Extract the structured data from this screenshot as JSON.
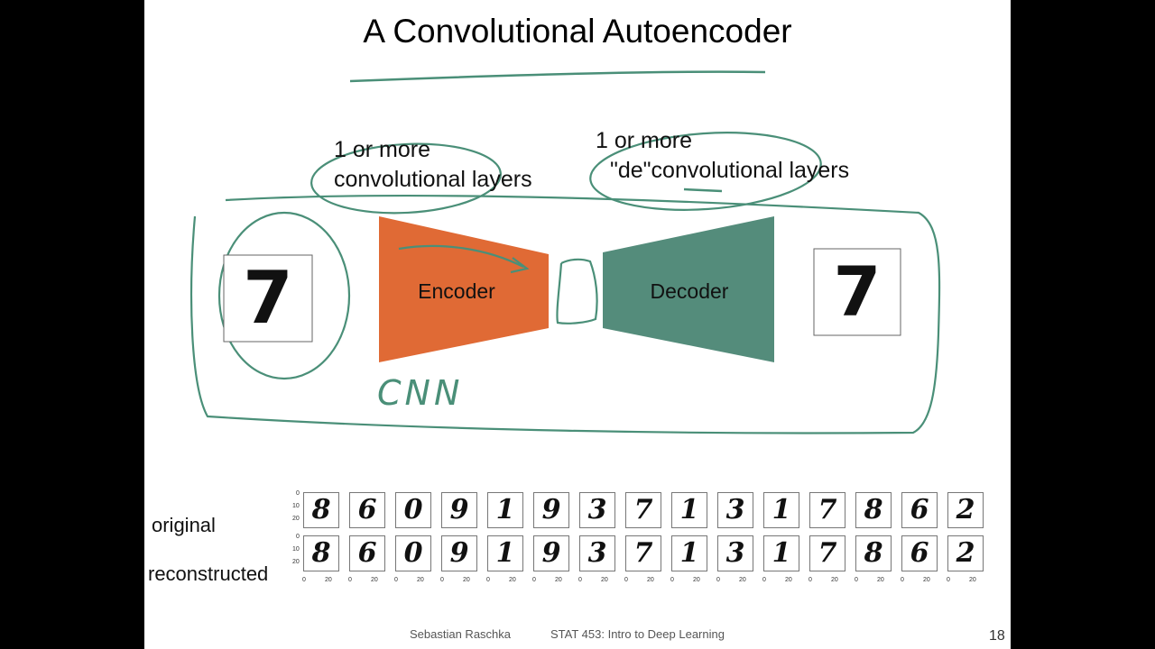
{
  "slide": {
    "title": "A Convolutional Autoencoder",
    "encoder_caption": [
      "1 or more",
      "convolutional layers"
    ],
    "decoder_caption": [
      "1 or more",
      "\"de\"convolutional layers"
    ],
    "encoder_label": "Encoder",
    "decoder_label": "Decoder",
    "handwritten_note": "CNN",
    "input_digit": "7",
    "output_digit": "7",
    "row_labels": {
      "original": "original",
      "reconstructed": "reconstructed"
    },
    "digits_original": [
      "8",
      "6",
      "0",
      "9",
      "1",
      "9",
      "3",
      "7",
      "1",
      "3",
      "1",
      "7",
      "8",
      "6",
      "2"
    ],
    "digits_reconstructed": [
      "8",
      "6",
      "0",
      "9",
      "1",
      "9",
      "3",
      "7",
      "1",
      "3",
      "1",
      "7",
      "8",
      "6",
      "2"
    ],
    "y_ticks": [
      "0",
      "10",
      "20"
    ],
    "x_ticks": [
      "0",
      "20"
    ],
    "footer": {
      "author": "Sebastian Raschka",
      "course": "STAT 453: Intro to Deep Learning",
      "page": "18"
    },
    "colors": {
      "encoder": "#e06a35",
      "decoder": "#548c7b",
      "annotation": "#4a8f78"
    }
  }
}
